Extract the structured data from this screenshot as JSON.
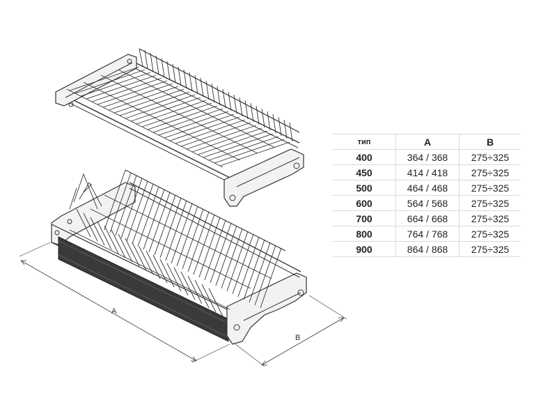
{
  "dimensions": {
    "a_label": "A",
    "b_label": "B"
  },
  "table": {
    "headers": [
      "тип",
      "A",
      "B"
    ],
    "rows": [
      [
        "400",
        "364 / 368",
        "275÷325"
      ],
      [
        "450",
        "414 / 418",
        "275÷325"
      ],
      [
        "500",
        "464 / 468",
        "275÷325"
      ],
      [
        "600",
        "564 / 568",
        "275÷325"
      ],
      [
        "700",
        "664 / 668",
        "275÷325"
      ],
      [
        "800",
        "764 / 768",
        "275÷325"
      ],
      [
        "900",
        "864 / 868",
        "275÷325"
      ]
    ]
  },
  "colors": {
    "line": "#333333",
    "frame_fill": "#f2f2f2",
    "strip": "#3a3a3a",
    "border": "#d9d9d9"
  }
}
